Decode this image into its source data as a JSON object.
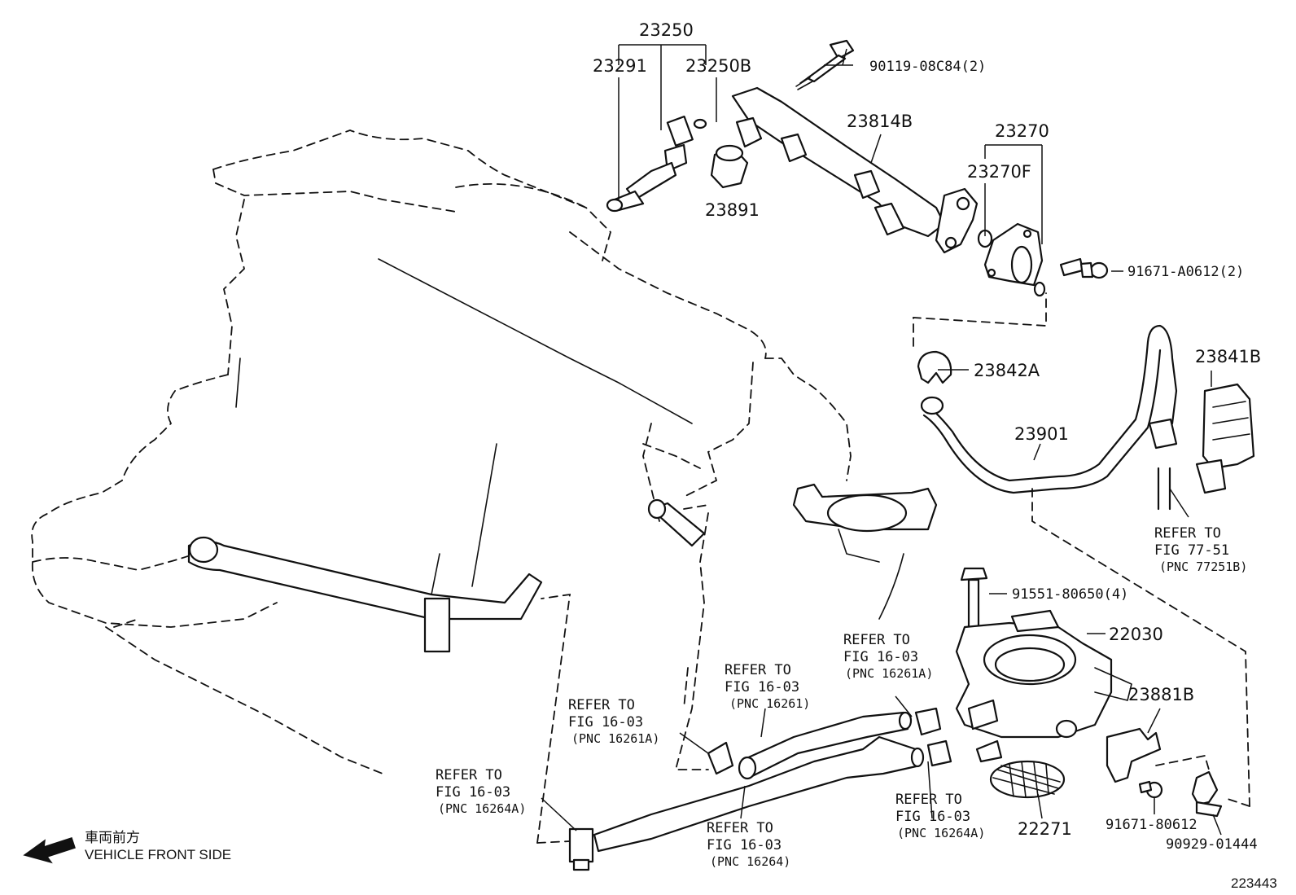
{
  "parts": {
    "p23250": "23250",
    "p23291": "23291",
    "p23250B": "23250B",
    "p90119": "90119-08C84(2)",
    "p23814B": "23814B",
    "p23270": "23270",
    "p23270F": "23270F",
    "p23891": "23891",
    "p91671a": "91671-A0612(2)",
    "p23842A": "23842A",
    "p23841B": "23841B",
    "p23901": "23901",
    "p91551": "91551-80650(4)",
    "p22030": "22030",
    "p23881B": "23881B",
    "p22271": "22271",
    "p91671b": "91671-80612",
    "p90929": "90929-01444"
  },
  "refs": {
    "r1": {
      "l1": "REFER TO",
      "l2": "FIG 77-51",
      "l3": "(PNC 77251B)"
    },
    "r2": {
      "l1": "REFER TO",
      "l2": "FIG 16-03",
      "l3": "(PNC 16261A)"
    },
    "r3": {
      "l1": "REFER TO",
      "l2": "FIG 16-03",
      "l3": "(PNC 16261)"
    },
    "r4": {
      "l1": "REFER TO",
      "l2": "FIG 16-03",
      "l3": "(PNC 16261A)"
    },
    "r5": {
      "l1": "REFER TO",
      "l2": "FIG 16-03",
      "l3": "(PNC 16264A)"
    },
    "r6": {
      "l1": "REFER TO",
      "l2": "FIG 16-03",
      "l3": "(PNC 16264)"
    },
    "r7": {
      "l1": "REFER TO",
      "l2": "FIG 16-03",
      "l3": "(PNC 16264A)"
    }
  },
  "orientation": {
    "jp": "車両前方",
    "en": "VEHICLE FRONT SIDE"
  },
  "figure_number": "223443"
}
